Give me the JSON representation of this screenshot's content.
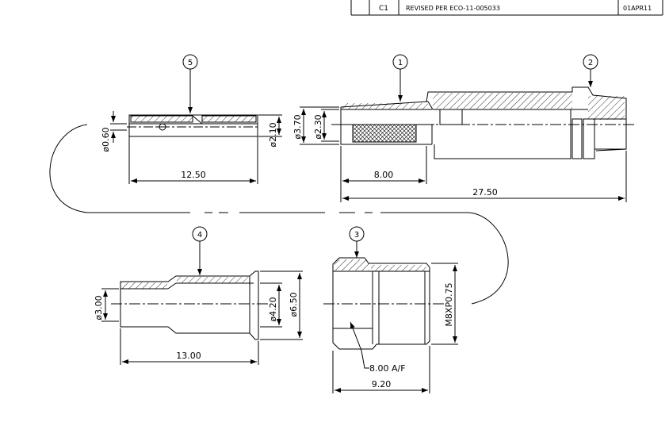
{
  "revision_block": {
    "rev": "C1",
    "description": "REVISED PER ECO-11-005033",
    "date": "01APR11"
  },
  "balloons": [
    "1",
    "2",
    "3",
    "4",
    "5"
  ],
  "dimensions": {
    "part5_length": "12.50",
    "part5_inner_dia": "ø0.60",
    "part5_outer_dia": "ø2.10",
    "part1_outer_dia": "ø3.70",
    "part1_inner_dia": "ø2.30",
    "part1_insert_length": "8.00",
    "assembly_length": "27.50",
    "part4_length": "13.00",
    "part4_inner_dia": "ø3.00",
    "part4_mid_dia": "ø4.20",
    "part4_flange_dia": "ø6.50",
    "part3_thread": "M8XP0.75",
    "part3_hex": "8.00 A/F",
    "part3_length": "9.20"
  }
}
